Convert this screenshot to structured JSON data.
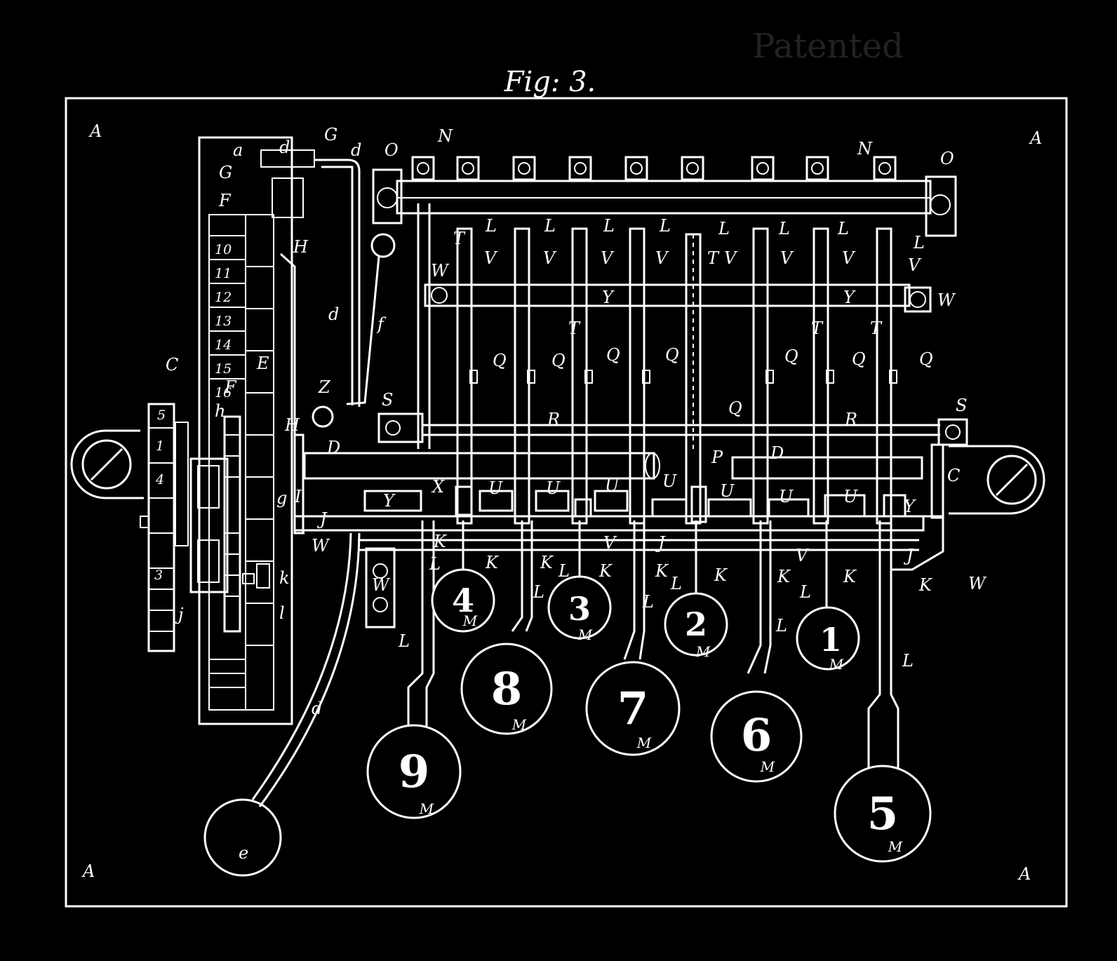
{
  "figure": {
    "caption": "Fig: 3.",
    "faded_header": "Patented"
  },
  "corners": [
    "A",
    "A",
    "A",
    "A"
  ],
  "scale_numbers": [
    "10",
    "11",
    "12",
    "13",
    "14",
    "15",
    "16"
  ],
  "wheel_numbers": [
    "5",
    "1",
    "4",
    "3"
  ],
  "keys": [
    {
      "digit": "9",
      "sub": "M"
    },
    {
      "digit": "8",
      "sub": "M"
    },
    {
      "digit": "4",
      "sub": "M"
    },
    {
      "digit": "3",
      "sub": "M"
    },
    {
      "digit": "7",
      "sub": "M"
    },
    {
      "digit": "2",
      "sub": "M"
    },
    {
      "digit": "6",
      "sub": "M"
    },
    {
      "digit": "1",
      "sub": "M"
    },
    {
      "digit": "5",
      "sub": "M"
    }
  ],
  "weight_label": "e",
  "part_labels": {
    "a": "a",
    "d": "d",
    "G": "G",
    "O": "O",
    "N": "N",
    "F": "F",
    "H": "H",
    "E": "E",
    "C": "C",
    "Z": "Z",
    "f": "f",
    "S": "S",
    "R": "R",
    "D": "D",
    "P": "P",
    "I": "I",
    "J": "J",
    "Y": "Y",
    "X": "X",
    "U": "U",
    "V": "V",
    "W": "W",
    "K": "K",
    "L": "L",
    "T": "T",
    "Q": "Q",
    "g": "g",
    "h": "h",
    "j": "j",
    "k": "k",
    "l": "l"
  }
}
